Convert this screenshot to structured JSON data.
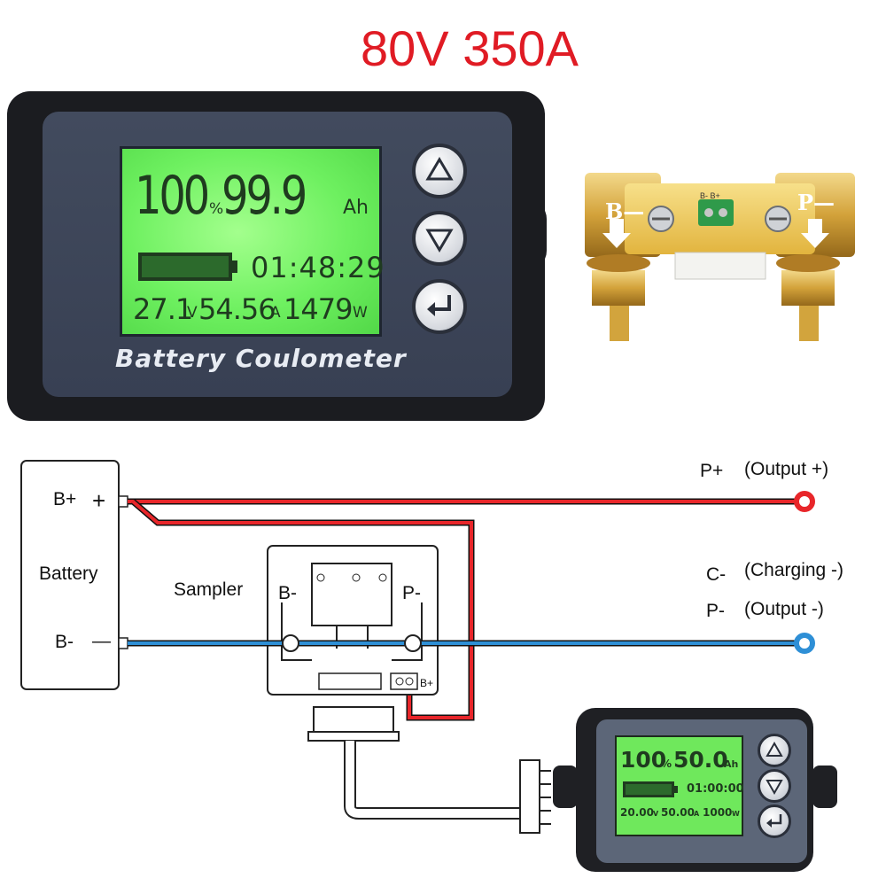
{
  "headline": "80V 350A",
  "meter": {
    "percent": "100",
    "percent_unit": "%",
    "capacity": "99.9",
    "capacity_unit": "Ah",
    "time": "01:48:29",
    "voltage": "27.1",
    "voltage_unit": "V",
    "current": "54.56",
    "current_unit": "A",
    "power": "1479",
    "power_unit": "W",
    "brand": "Battery Coulometer",
    "battery_level": 1.0,
    "buttons": [
      "up-arrow-icon",
      "down-arrow-icon",
      "enter-icon"
    ]
  },
  "shunt": {
    "left_label": "B—",
    "right_label": "P—",
    "board_label": "B- B+"
  },
  "diagram": {
    "battery_label": "Battery",
    "battery_pos": "B+",
    "battery_pos_sign": "+",
    "battery_neg": "B-",
    "battery_neg_sign": "—",
    "sampler_label": "Sampler",
    "sampler_left": "B-",
    "sampler_right": "P-",
    "sampler_port": "B+",
    "p_plus": "P+",
    "p_plus_desc": "(Output +)",
    "c_minus": "C-",
    "c_minus_desc": "(Charging -)",
    "p_minus": "P-",
    "p_minus_desc": "(Output -)",
    "wire_colors": {
      "positive": "#e8262a",
      "negative": "#2e8fd6"
    }
  },
  "small_meter": {
    "percent": "100",
    "percent_unit": "%",
    "capacity": "50.0",
    "capacity_unit": "Ah",
    "time": "01:00:00",
    "voltage": "20.00",
    "voltage_unit": "V",
    "current": "50.00",
    "current_unit": "A",
    "power": "1000",
    "power_unit": "W",
    "battery_level": 1.0
  }
}
